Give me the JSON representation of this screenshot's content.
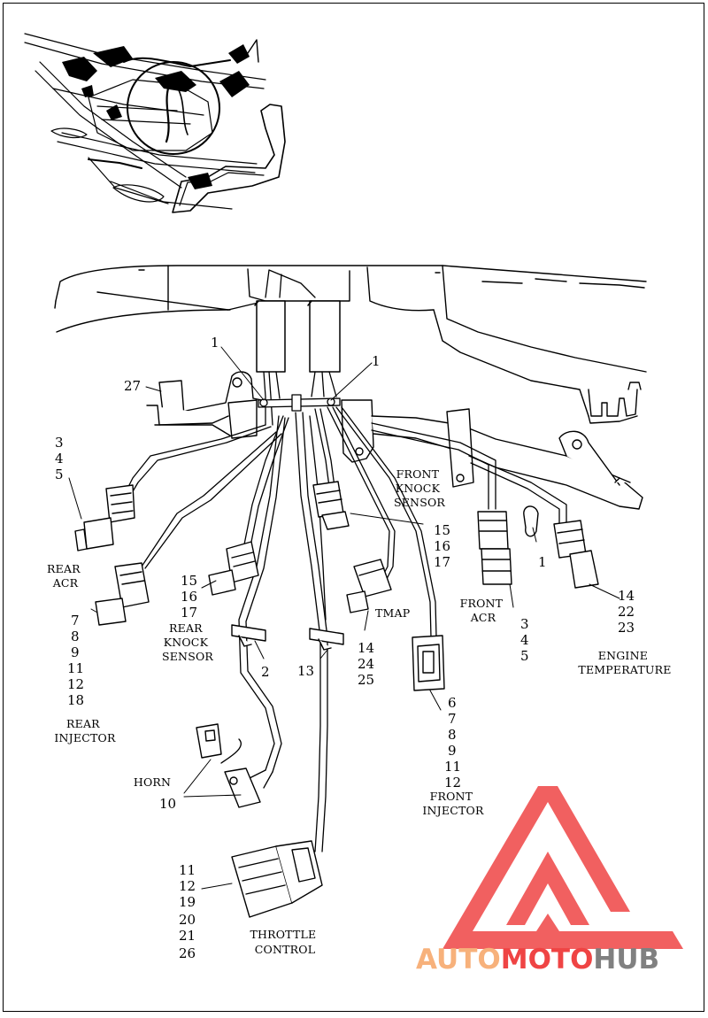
{
  "colors": {
    "line": "#000000",
    "paper": "#ffffff",
    "logo_red": "#ef4444",
    "logo_orange": "#f7b17b",
    "logo_gray": "#808080"
  },
  "figure": {
    "frame_refs": [
      {
        "id": "rear-frame-clip",
        "lines": [
          "1"
        ]
      },
      {
        "id": "front-frame-clip",
        "lines": [
          "1"
        ]
      },
      {
        "id": "bracket",
        "lines": [
          "27"
        ]
      },
      {
        "id": "rear-acr-pins",
        "lines": [
          "3",
          "4",
          "5"
        ]
      },
      {
        "id": "rear-injector-pins",
        "lines": [
          "7",
          "8",
          "9",
          "11",
          "12",
          "18"
        ]
      },
      {
        "id": "rear-knock-pins",
        "lines": [
          "15",
          "16",
          "17"
        ]
      },
      {
        "id": "front-knock-pins",
        "lines": [
          "15",
          "16",
          "17"
        ]
      },
      {
        "id": "clip-right",
        "lines": [
          "1"
        ]
      },
      {
        "id": "engine-temp-pins",
        "lines": [
          "14",
          "22",
          "23"
        ]
      },
      {
        "id": "front-acr-pins",
        "lines": [
          "3",
          "4",
          "5"
        ]
      },
      {
        "id": "tmap-pins",
        "lines": [
          "14",
          "24",
          "25"
        ]
      },
      {
        "id": "clip-2",
        "lines": [
          "2"
        ]
      },
      {
        "id": "clip-13",
        "lines": [
          "13"
        ]
      },
      {
        "id": "front-injector-pins",
        "lines": [
          "6",
          "7",
          "8",
          "9",
          "11",
          "12"
        ]
      },
      {
        "id": "horn-pins",
        "lines": [
          "10"
        ]
      },
      {
        "id": "throttle-pins",
        "lines": [
          "11",
          "12",
          "19",
          "20",
          "21",
          "26"
        ]
      }
    ],
    "captions": [
      {
        "id": "rear-acr",
        "lines": [
          "REAR",
          "ACR"
        ]
      },
      {
        "id": "rear-knock-sensor",
        "lines": [
          "REAR",
          "KNOCK",
          "SENSOR"
        ]
      },
      {
        "id": "rear-injector",
        "lines": [
          "REAR",
          "INJECTOR"
        ]
      },
      {
        "id": "front-knock-sensor",
        "lines": [
          "FRONT",
          "KNOCK",
          "SENSOR"
        ]
      },
      {
        "id": "tmap",
        "lines": [
          "TMAP"
        ]
      },
      {
        "id": "front-acr",
        "lines": [
          "FRONT",
          "ACR"
        ]
      },
      {
        "id": "engine-temperature",
        "lines": [
          "ENGINE",
          "TEMPERATURE"
        ]
      },
      {
        "id": "front-injector",
        "lines": [
          "FRONT",
          "INJECTOR"
        ]
      },
      {
        "id": "horn",
        "lines": [
          "HORN"
        ]
      },
      {
        "id": "throttle-control",
        "lines": [
          "THROTTLE",
          "CONTROL"
        ]
      }
    ]
  },
  "watermark": {
    "part1": "AUTO",
    "part2": "MOTO",
    "part3": "HUB"
  }
}
